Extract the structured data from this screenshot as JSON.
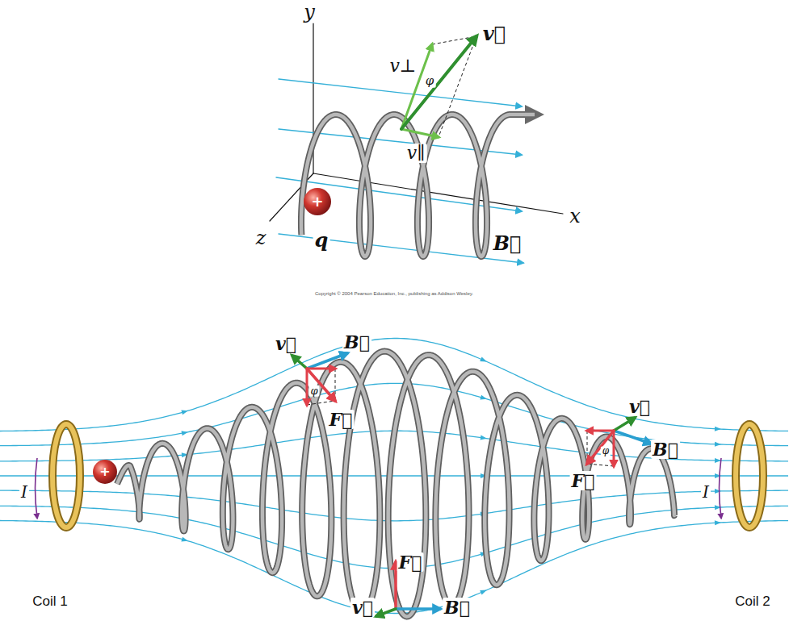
{
  "diagram": {
    "labels": [
      "y",
      "v⊥",
      "v⃗",
      "φ",
      "v∥",
      "x",
      "z",
      "q",
      "B⃗",
      "+",
      "Copyright © 2004 Pearson Education, Inc., publishing as Addison Wesley.",
      "v⃗",
      "B⃗",
      "φ",
      "F⃗",
      "v⃗",
      "B⃗",
      "φ",
      "F⃗",
      "F⃗",
      "v⃗",
      "B⃗",
      "I",
      "I",
      "Coil 1",
      "Coil 2",
      "+"
    ]
  }
}
